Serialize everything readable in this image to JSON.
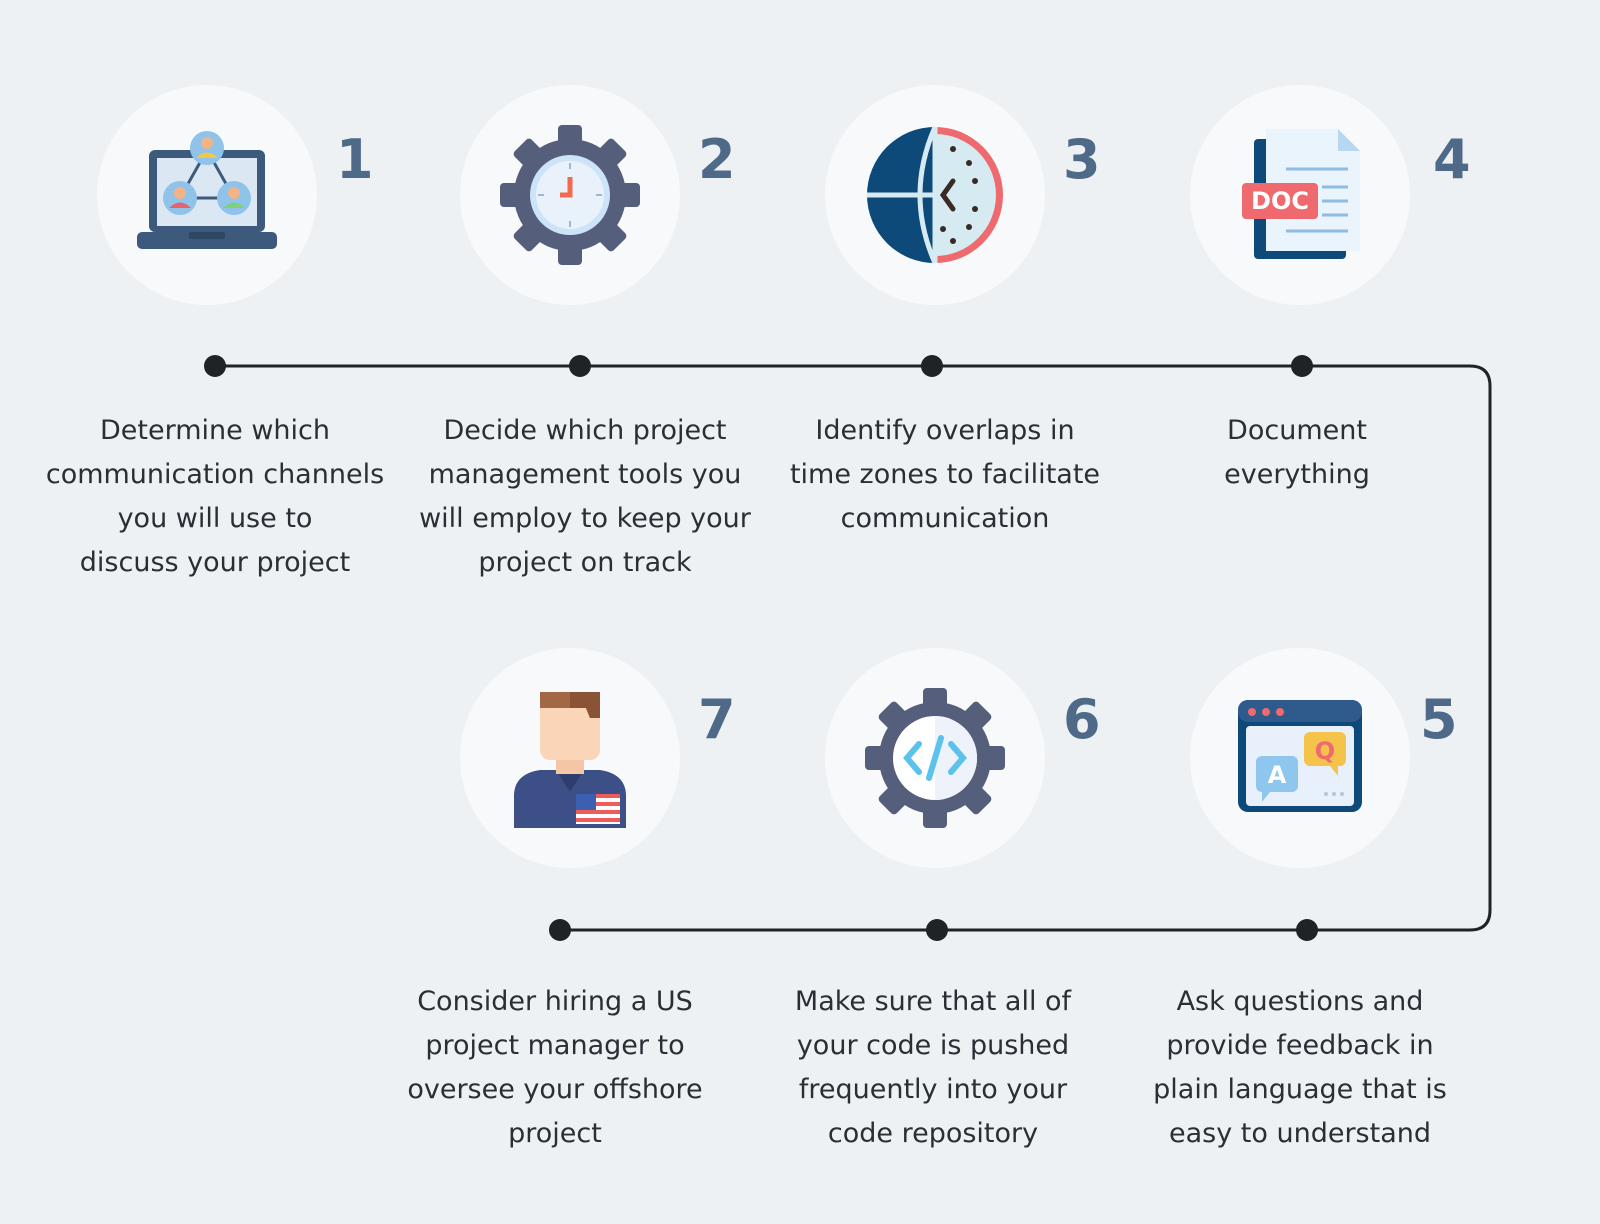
{
  "steps": [
    {
      "number": "1",
      "icon": "laptop-network-icon",
      "text": "Determine which\ncommunication channels\nyou will use to\ndiscuss your project"
    },
    {
      "number": "2",
      "icon": "gear-clock-icon",
      "text": "Decide which project\nmanagement tools you\nwill employ to keep your\nproject on track"
    },
    {
      "number": "3",
      "icon": "globe-clock-icon",
      "text": "Identify overlaps in\ntime zones to facilitate\ncommunication"
    },
    {
      "number": "4",
      "icon": "doc-file-icon",
      "doc_label": "DOC",
      "text": "Document\neverything"
    },
    {
      "number": "5",
      "icon": "qa-window-icon",
      "bubble_a": "A",
      "bubble_q": "Q",
      "text": "Ask questions and\nprovide feedback in\nplain language that is\neasy to understand"
    },
    {
      "number": "6",
      "icon": "gear-code-icon",
      "text": "Make sure that all of\nyour code is pushed\nfrequently into your\ncode repository"
    },
    {
      "number": "7",
      "icon": "us-manager-icon",
      "text": "Consider hiring a US\nproject manager to\noversee your offshore\nproject"
    }
  ],
  "colors": {
    "background": "#eef1f4",
    "number": "#4f6a88",
    "line": "#1f2227",
    "text": "#2a2f36",
    "icon_navy": "#0d4a7a",
    "icon_slate": "#5c6580",
    "icon_red": "#ef6a6f"
  }
}
